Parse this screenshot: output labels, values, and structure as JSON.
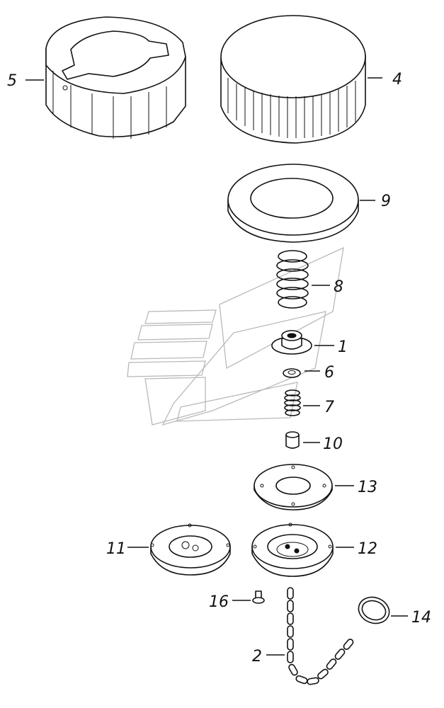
{
  "callouts": {
    "c1": "1",
    "c2": "2",
    "c4": "4",
    "c5": "5",
    "c6": "6",
    "c7": "7",
    "c8": "8",
    "c9": "9",
    "c10": "10",
    "c11": "11",
    "c12": "12",
    "c13": "13",
    "c14": "14",
    "c16": "16"
  },
  "colors": {
    "line": "#111111",
    "watermark": "#b9b9b9",
    "background": "#ffffff"
  }
}
